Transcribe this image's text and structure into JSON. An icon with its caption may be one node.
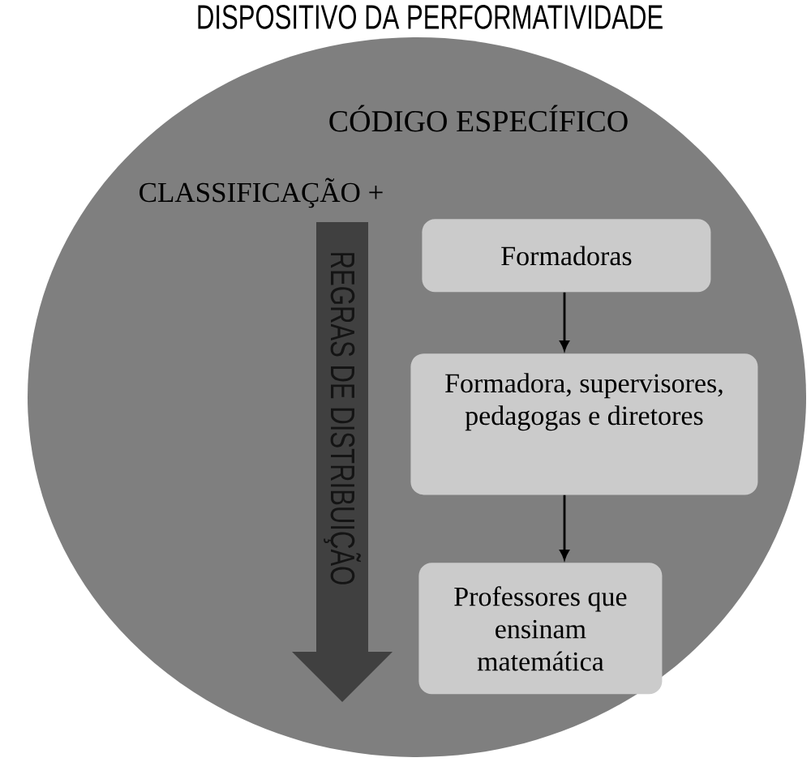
{
  "diagram": {
    "title": "DISPOSITIVO DA PERFORMATIVIDADE",
    "nodes": [
      {
        "text": [
          "CÓDIGO ESPECÍFICO",
          "CLASSIFICAÇÃO +"
        ]
      },
      {
        "text": [
          "REGRAS DE DISTRIBUIÇÃO"
        ],
        "in": 0
      },
      {
        "text": [
          "Formadoras"
        ],
        "in": 0
      },
      {
        "text": [
          "Formadora, supervisores, pedagogas e diretores"
        ],
        "in": 0
      },
      {
        "text": [
          "Professores que ensinam matemática"
        ],
        "in": 0
      }
    ],
    "edges": [
      {
        "from": 2,
        "to": 3,
        "arrow": "to"
      },
      {
        "from": 3,
        "to": 4,
        "arrow": "to"
      }
    ]
  }
}
